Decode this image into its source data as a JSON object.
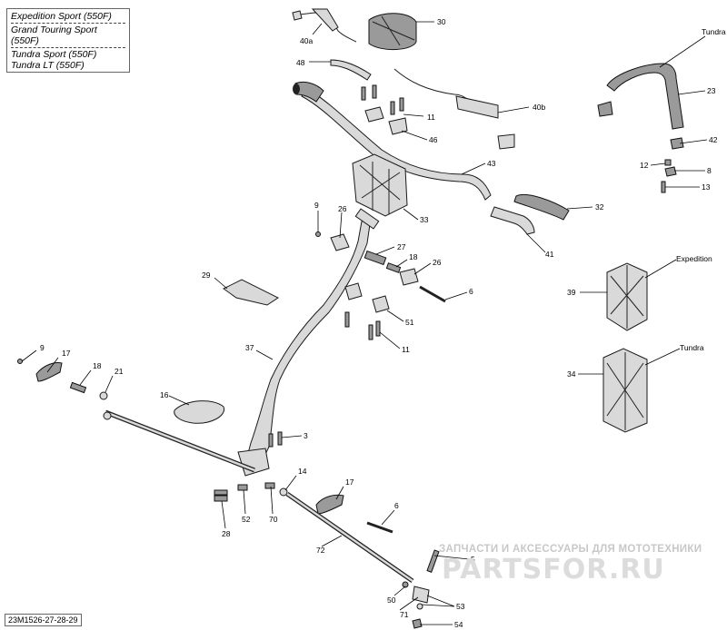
{
  "legend": {
    "line1": "Expedition Sport (550F)",
    "line2": "Grand Touring Sport (550F)",
    "line3": "Tundra Sport (550F)",
    "line4": "Tundra LT (550F)"
  },
  "diagram_code": "23M1526-27-28-29",
  "watermark": {
    "tagline": "ЗАПЧАСТИ И АКСЕССУАРЫ ДЛЯ МОТОТЕХНИКИ",
    "brand": "PARTSFOR.RU"
  },
  "callouts": {
    "c30": "30",
    "c40a": "40a",
    "c48": "48",
    "c40b": "40b",
    "c11a": "11",
    "c46": "46",
    "c43": "43",
    "c33": "33",
    "c32": "32",
    "c41": "41",
    "c9a": "9",
    "c26a": "26",
    "c27": "27",
    "c18a": "18",
    "c26b": "26",
    "c6a": "6",
    "c29": "29",
    "c51": "51",
    "c11b": "11",
    "c37": "37",
    "c9b": "9",
    "c17a": "17",
    "c18b": "18",
    "c21": "21",
    "c16": "16",
    "c3": "3",
    "c14": "14",
    "c17b": "17",
    "c6b": "6",
    "c28": "28",
    "c52": "52",
    "c70": "70",
    "c72": "72",
    "c5": "5",
    "c50": "50",
    "c71": "71",
    "c53": "53",
    "c54": "54",
    "tundra1": "Tundra",
    "c23": "23",
    "c42": "42",
    "c12": "12",
    "c8": "8",
    "c13": "13",
    "expedition": "Expedition",
    "c39": "39",
    "tundra2": "Tundra",
    "c34": "34"
  }
}
